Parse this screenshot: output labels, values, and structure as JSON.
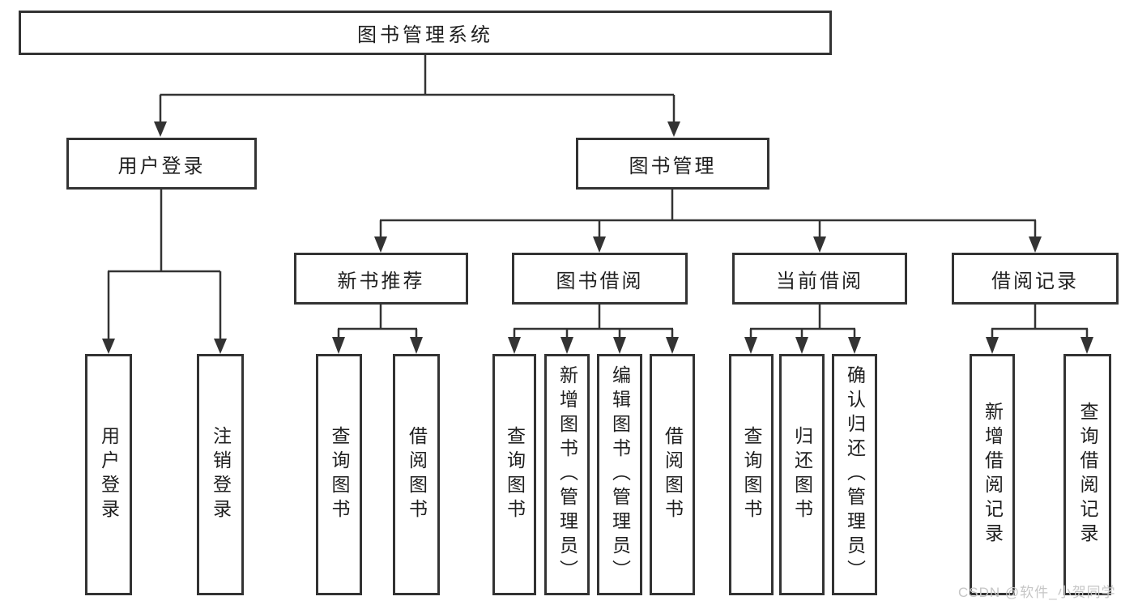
{
  "diagram": {
    "title": "图书管理系统",
    "level2": [
      {
        "label": "用户登录"
      },
      {
        "label": "图书管理"
      }
    ],
    "level3": [
      {
        "label": "新书推荐",
        "parent": "图书管理"
      },
      {
        "label": "图书借阅",
        "parent": "图书管理"
      },
      {
        "label": "当前借阅",
        "parent": "图书管理"
      },
      {
        "label": "借阅记录",
        "parent": "图书管理"
      }
    ],
    "leaves": [
      {
        "label": "用户登录",
        "parent": "用户登录"
      },
      {
        "label": "注销登录",
        "parent": "用户登录"
      },
      {
        "label": "查询图书",
        "parent": "新书推荐"
      },
      {
        "label": "借阅图书",
        "parent": "新书推荐"
      },
      {
        "label": "查询图书",
        "parent": "图书借阅"
      },
      {
        "label": "新增图书（管理员）",
        "parent": "图书借阅"
      },
      {
        "label": "编辑图书（管理员）",
        "parent": "图书借阅"
      },
      {
        "label": "借阅图书",
        "parent": "图书借阅"
      },
      {
        "label": "查询图书",
        "parent": "当前借阅"
      },
      {
        "label": "归还图书",
        "parent": "当前借阅"
      },
      {
        "label": "确认归还（管理员）",
        "parent": "当前借阅"
      },
      {
        "label": "新增借阅记录",
        "parent": "借阅记录"
      },
      {
        "label": "查询借阅记录",
        "parent": "借阅记录"
      }
    ],
    "watermark": "CSDN @软件_小贺同学",
    "colors": {
      "line": "#333333",
      "text": "#1f1f1f",
      "background": "#ffffff",
      "watermark": "#c6c6c6"
    }
  }
}
